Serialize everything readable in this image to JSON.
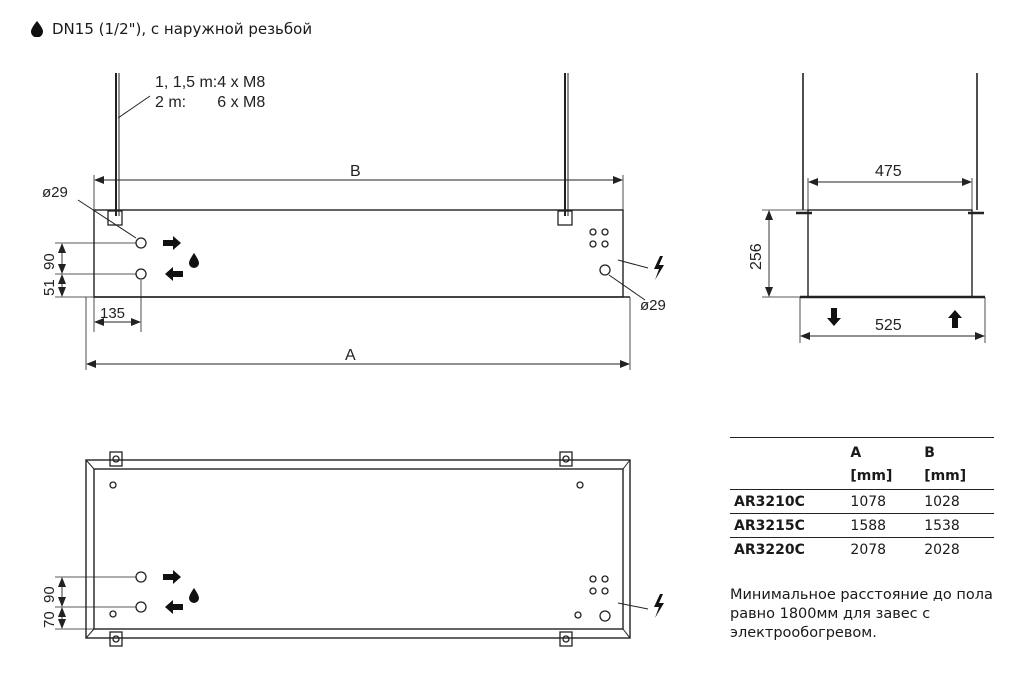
{
  "note": {
    "icon": "water-drop-icon",
    "text": "DN15 (1/2\"), с наружной резьбой"
  },
  "drawing": {
    "hanger_line1": "1, 1,5 m:4 x M8",
    "hanger_line2": "2 m:       6 x M8",
    "dim_B": "B",
    "dim_A": "A",
    "dia_left": "ø29",
    "dia_right": "ø29",
    "dim_51": "51",
    "dim_90_top": "90",
    "dim_135": "135",
    "dim_475": "475",
    "dim_256": "256",
    "dim_525": "525",
    "dim_70": "70",
    "dim_90_bottom": "90"
  },
  "table": {
    "headers_top": [
      "",
      "A",
      "B"
    ],
    "headers_units": [
      "",
      "[mm]",
      "[mm]"
    ],
    "rows": [
      {
        "model": "AR3210C",
        "a": "1078",
        "b": "1028"
      },
      {
        "model": "AR3215C",
        "a": "1588",
        "b": "1538"
      },
      {
        "model": "AR3220C",
        "a": "2078",
        "b": "2028"
      }
    ]
  },
  "footnote": "Минимальное расстояние до пола равно 1800мм для завес с электрообогревом.",
  "colors": {
    "line": "#222222"
  }
}
